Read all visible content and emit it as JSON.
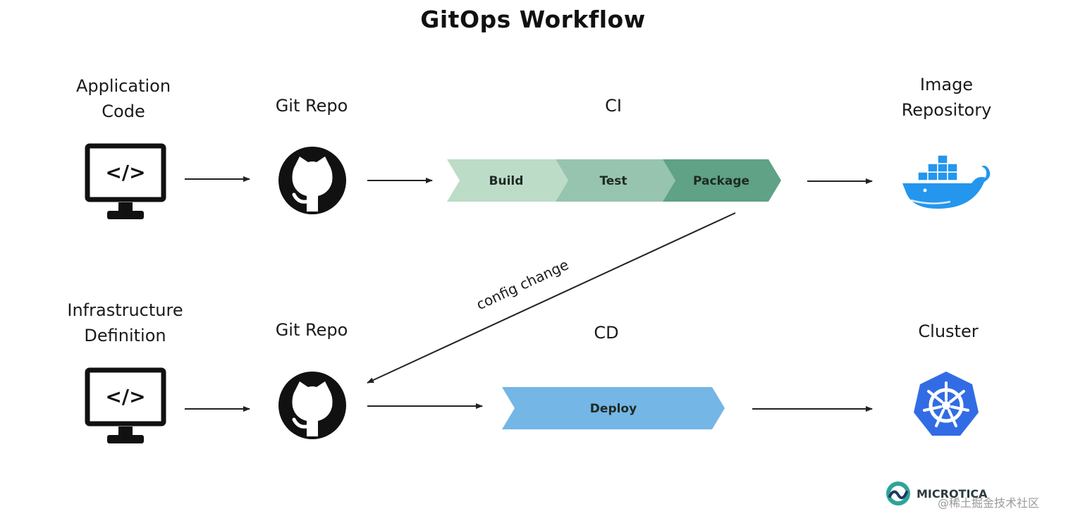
{
  "title": "GitOps Workflow",
  "labels": {
    "app_code_line1": "Application",
    "app_code_line2": "Code",
    "git_repo_top": "Git Repo",
    "ci": "CI",
    "image_repo_line1": "Image",
    "image_repo_line2": "Repository",
    "infra_line1": "Infrastructure",
    "infra_line2": "Definition",
    "git_repo_bottom": "Git Repo",
    "cd": "CD",
    "cluster": "Cluster"
  },
  "ci_stages": [
    "Build",
    "Test",
    "Package"
  ],
  "cd_stages": [
    "Deploy"
  ],
  "edge_label": "config change",
  "brand_name": "MICROTICA",
  "watermark": "@稀土掘金技术社区",
  "icons": {
    "computer": "computer-code-icon",
    "github": "github-icon",
    "docker": "docker-whale-icon",
    "kubernetes": "kubernetes-helm-icon",
    "microtica": "microtica-logo"
  },
  "colors": {
    "build": "#bcdcc8",
    "test": "#97c4ae",
    "package": "#5fa286",
    "deploy": "#74b6e6",
    "docker": "#2496ed",
    "kubernetes": "#326ce5"
  }
}
